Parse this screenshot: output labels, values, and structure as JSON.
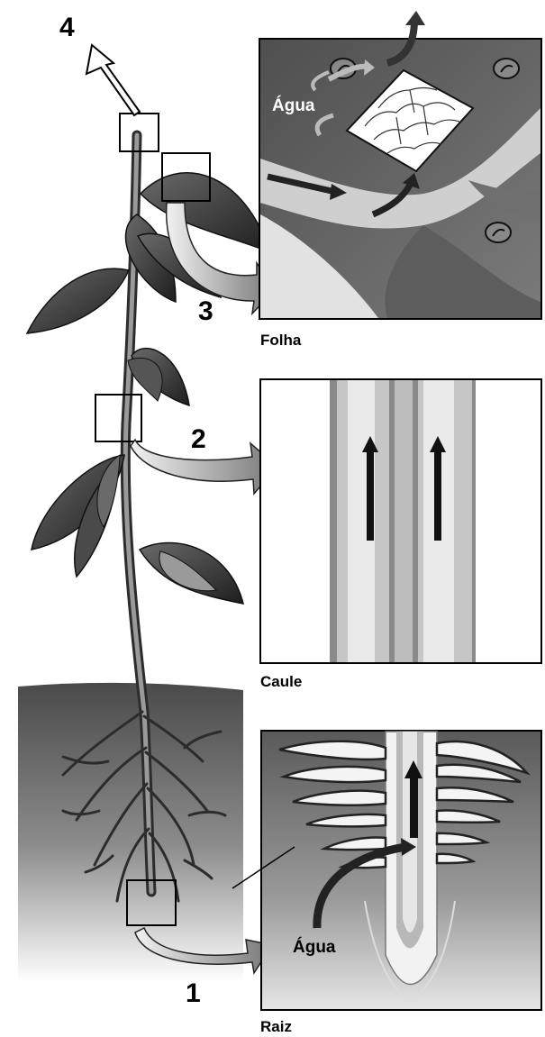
{
  "steps": [
    "1",
    "2",
    "3",
    "4"
  ],
  "panels": {
    "leaf": {
      "caption": "Folha",
      "water_label": "Água"
    },
    "stem": {
      "caption": "Caule"
    },
    "root": {
      "caption": "Raiz",
      "water_label": "Água"
    }
  }
}
